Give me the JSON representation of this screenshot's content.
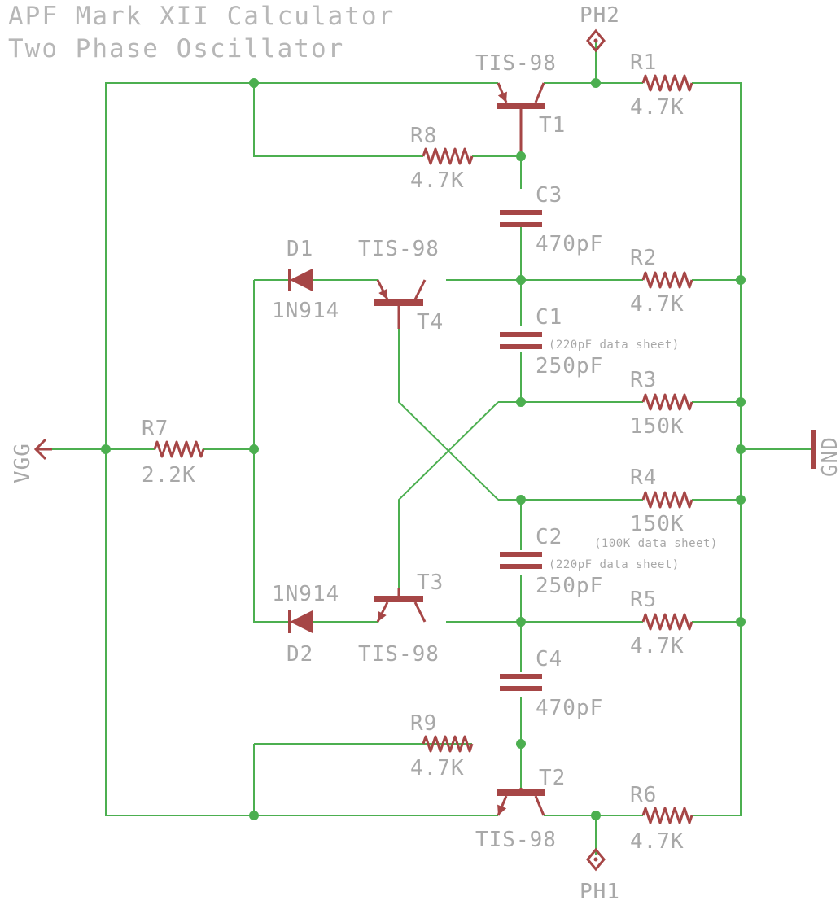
{
  "title": {
    "line1": "APF Mark XII Calculator",
    "line2": "Two Phase Oscillator"
  },
  "colors": {
    "wire": "#4caf50",
    "part": "#a64646",
    "label": "#a8a8a8",
    "background": "#ffffff"
  },
  "schematic": {
    "transistors": [
      {
        "id": "T1",
        "name": "T1",
        "value": "TIS-98"
      },
      {
        "id": "T2",
        "name": "T2",
        "value": "TIS-98"
      },
      {
        "id": "T3",
        "name": "T3",
        "value": "TIS-98"
      },
      {
        "id": "T4",
        "name": "T4",
        "value": "TIS-98"
      }
    ],
    "resistors": [
      {
        "id": "R1",
        "name": "R1",
        "value": "4.7K"
      },
      {
        "id": "R2",
        "name": "R2",
        "value": "4.7K"
      },
      {
        "id": "R3",
        "name": "R3",
        "value": "150K"
      },
      {
        "id": "R4",
        "name": "R4",
        "value": "150K",
        "note": "(100K data sheet)"
      },
      {
        "id": "R5",
        "name": "R5",
        "value": "4.7K"
      },
      {
        "id": "R6",
        "name": "R6",
        "value": "4.7K"
      },
      {
        "id": "R7",
        "name": "R7",
        "value": "2.2K"
      },
      {
        "id": "R8",
        "name": "R8",
        "value": "4.7K"
      },
      {
        "id": "R9",
        "name": "R9",
        "value": "4.7K"
      }
    ],
    "capacitors": [
      {
        "id": "C1",
        "name": "C1",
        "value": "250pF",
        "note": "(220pF data sheet)"
      },
      {
        "id": "C2",
        "name": "C2",
        "value": "250pF",
        "note": "(220pF data sheet)"
      },
      {
        "id": "C3",
        "name": "C3",
        "value": "470pF"
      },
      {
        "id": "C4",
        "name": "C4",
        "value": "470pF"
      }
    ],
    "diodes": [
      {
        "id": "D1",
        "name": "D1",
        "value": "1N914"
      },
      {
        "id": "D2",
        "name": "D2",
        "value": "1N914"
      }
    ],
    "ports": [
      {
        "id": "PH1",
        "name": "PH1"
      },
      {
        "id": "PH2",
        "name": "PH2"
      },
      {
        "id": "VGG",
        "name": "VGG"
      },
      {
        "id": "GND",
        "name": "GND"
      }
    ]
  }
}
